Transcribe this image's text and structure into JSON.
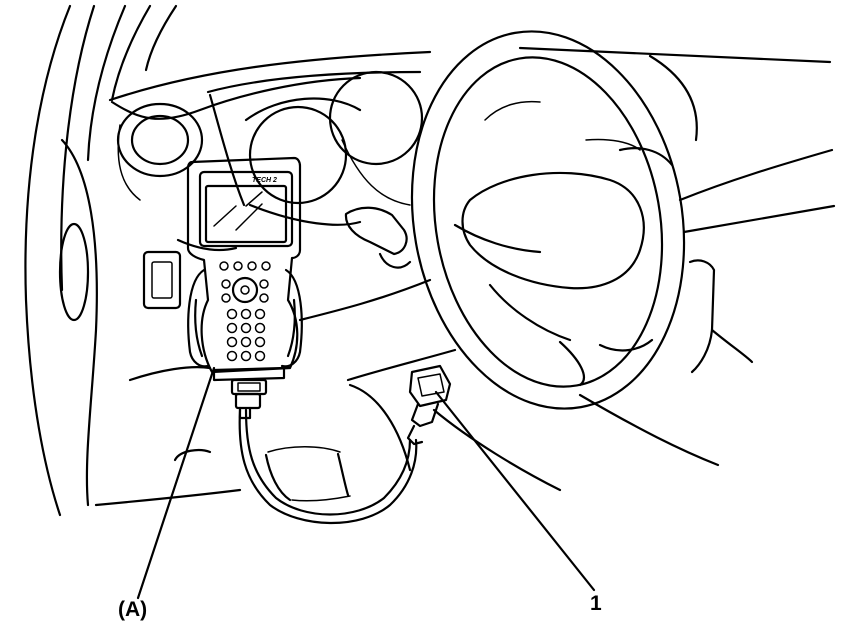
{
  "labels": {
    "tool_callout": "(A)",
    "connector_callout": "1"
  },
  "tool": {
    "brand": "TECH 2"
  }
}
